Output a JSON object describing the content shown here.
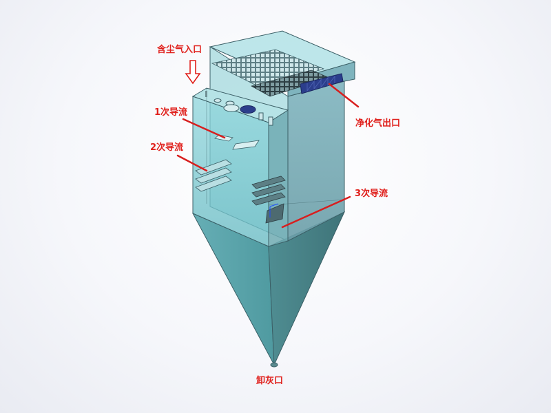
{
  "labels": {
    "dust_inlet": "含尘气入口",
    "guide_1": "1次导流",
    "guide_2": "2次导流",
    "guide_3": "3次导流",
    "clean_outlet": "净化气出口",
    "ash_outlet": "卸灰口"
  },
  "colors": {
    "label": "#e0201c",
    "leader": "#d81e1e",
    "housing": "#79c9d0",
    "housing_edge": "#3b5f66",
    "hopper": "#4f8d92",
    "outlet_duct": "#2b3e8c"
  }
}
